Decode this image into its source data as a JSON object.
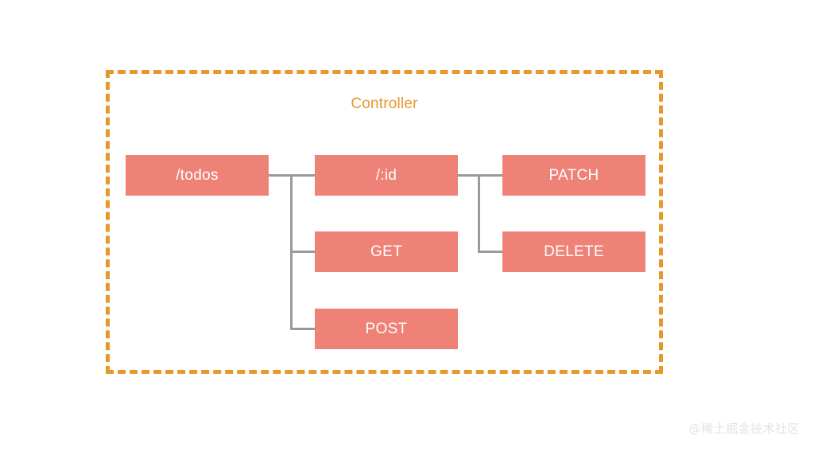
{
  "diagram": {
    "container": {
      "title": "Controller",
      "border_color": "#e8972d",
      "border_style": "dashed"
    },
    "node_fill_color": "#ef8277",
    "node_text_color": "#ffffff",
    "connector_color": "#9a9a9a",
    "background_color": "#ffffff",
    "nodes": [
      {
        "id": "todos",
        "label": "/todos"
      },
      {
        "id": "id",
        "label": "/:id"
      },
      {
        "id": "get",
        "label": "GET"
      },
      {
        "id": "post",
        "label": "POST"
      },
      {
        "id": "patch",
        "label": "PATCH"
      },
      {
        "id": "delete",
        "label": "DELETE"
      }
    ],
    "edges": [
      {
        "from": "todos",
        "to": "id"
      },
      {
        "from": "todos",
        "to": "get"
      },
      {
        "from": "todos",
        "to": "post"
      },
      {
        "from": "id",
        "to": "patch"
      },
      {
        "from": "id",
        "to": "delete"
      }
    ]
  },
  "watermark": {
    "text": "@稀土掘金技术社区"
  }
}
